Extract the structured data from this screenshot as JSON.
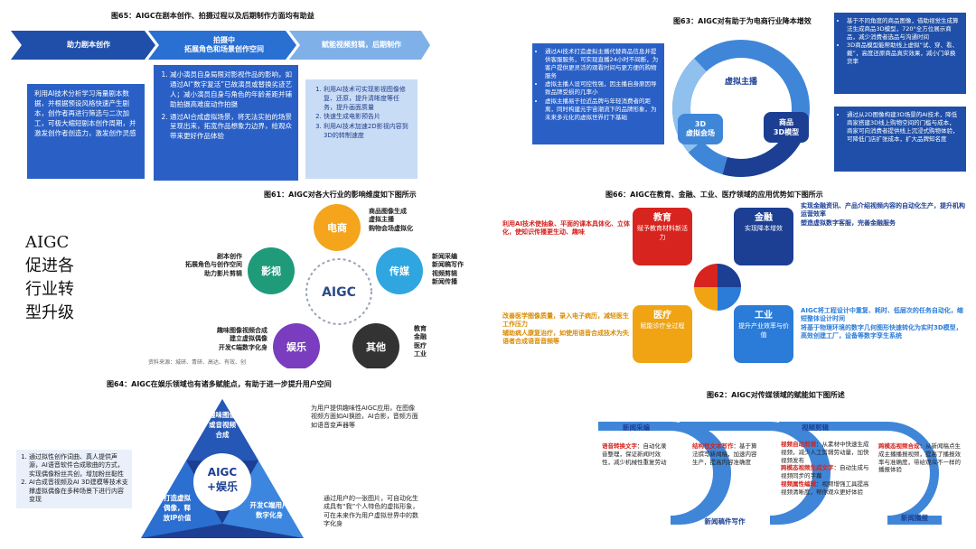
{
  "side_label": [
    "AIGC",
    "促进各",
    "行业转",
    "型升级"
  ],
  "fig65": {
    "title": "图65：AIGC在剧本创作、拍摄过程以及后期制作方面均有助益",
    "chevrons": [
      "助力剧本创作",
      "拍摄中\n拓展角色和场景创作空间",
      "赋能视频剪辑，后期制作"
    ],
    "col1": "利用AI技术分析学习海量剧本数据，并根据预设风格快速产生剧本，创作者再进行筛选与二次加工，可极大缩短剧本创作周期，并激发创作者创造力，激发创作灵感",
    "col2": [
      "减小演员自身局限对影视作品的影响，如通过AI“数字复活”已故演员或替换劣迹艺人；减小演员自身与角色的年龄差距并辅助拍摄高难度动作拍摄",
      "通过AI合成虚拟场景，将无法实拍的场景呈现出来，拓宽作品想象力边界，给观众带来更好作品体验"
    ],
    "col3": [
      "利用AI技术可实现影视图像修复、还原，提升清晰度等任务，提升画面质量",
      "快速生成电影预告片",
      "利用AI技术加速2D影视内容到3D的转制速度"
    ]
  },
  "fig63": {
    "title": "图63：AIGC对有助于为电商行业降本增效",
    "left": [
      "通过AI技术打造虚拟主播代替商品信息并提供客服服务，可实现直播24小时不间断，为客户提供更灵活的观看时间与更方便的购物服务",
      "虚拟主播人设可控性强，因主播自身原因导致品牌受损的几率小",
      "虚拟主播易于拉近品牌与年轻消费者的距离，同时构建元宇宙潮流下的品牌形象，为未来多元化的虚拟世界打下基础"
    ],
    "rings": [
      "虚拟主播",
      "3D\n虚拟会场",
      "商品\n3D模型"
    ],
    "right_top": [
      "基于不同角度的商品图像，借助视觉生成算法生成商品3D模型，720°全方位展示商品，减少消费者选品与沟通时间",
      "3D商品模型能帮助线上虚拟“试、穿、看、戴”，高度还原商品真实效果，减小门单换货率"
    ],
    "right_bottom": "通过从2D图像构建3D场景的AI技术，降低商家搭建3D线上购物空间的门槛与成本，商家可向消费者提供线上沉浸式购物体验，可降低门店扩张成本，扩大品牌知名度"
  },
  "fig61": {
    "title": "图61：AIGC对各大行业的影响维度如下图所示",
    "center": "AIGC",
    "nodes": [
      "电商",
      "传媒",
      "其他",
      "娱乐",
      "影视"
    ],
    "electric_items": [
      "商品图像生成",
      "虚拟主播",
      "购物会场虚拟化"
    ],
    "media_items": [
      "新闻采编",
      "新闻稿写作",
      "视频剪辑",
      "新闻传播"
    ],
    "other_items": [
      "教育",
      "金融",
      "医疗",
      "工业"
    ],
    "film_items": [
      "剧本创作",
      "拓展角色与创作空间",
      "助力影片剪辑"
    ],
    "ent_items": [
      "趣味图像视频合成",
      "建立虚拟偶像",
      "开发C端数字化身"
    ],
    "bottom_text": "资料来源：城研、青研、高达、有效、创"
  },
  "fig66": {
    "title": "图66：AIGC在教育、金融、工业、医疗领域的应用优势如下图所示",
    "quads": [
      {
        "name": "教育",
        "sub": "赋予教育材料新活力"
      },
      {
        "name": "金融",
        "sub": "实现降本增效"
      },
      {
        "name": "医疗",
        "sub": "赋能诊疗全过程"
      },
      {
        "name": "工业",
        "sub": "提升产业效率与价值"
      }
    ],
    "edu_items": [
      "利用AI技术使抽象、平面的课本具体化、立体化，使知识传播更生动、趣味"
    ],
    "fin_items": [
      "实现金融资讯、产品介绍视频内容的自动化生产，提升机构运营效率",
      "塑造虚拟数字客服，完善金融服务"
    ],
    "med_items": [
      "改善医学图像质量，录入电子病历，减轻医生工作压力",
      "辅助病人康复治疗，如使用语音合成技术为失语者合成语音音频等"
    ],
    "ind_items": [
      "AIGC将工程设计中重复、耗时、低层次的任务自动化，缩短整体设计时间",
      "将基于物理环境的数字几何图形快速转化为实时3D模型，高效创建工厂，设备等数字孪生系统"
    ]
  },
  "fig64": {
    "title": "图64：AIGC在娱乐领域也有诸多赋能点，有助于进一步提升用户空间",
    "center": [
      "AIGC",
      "+娱乐"
    ],
    "segments": [
      "趣味图像\n或音视频\n合成",
      "打造虚拟\n偶像，释\n放IP价值",
      "开发C端用户\n数字化身"
    ],
    "right_top": "为用户提供趣味性AIGC应用，在图像视频方面如AI换脸，AI合影，音频方面如语音变声器等",
    "left": [
      "通过拟性创作词曲、真人提供声源，AI语音软件合成歌曲的方式，实现偶像粉丝共创，增加粉丝黏性",
      "AI合成音视频及AI 3D建模等技术支撑虚拟偶像在多种场景下进行内容变现"
    ],
    "right_bottom": "通过用户的一张图片，可自动化生成具有“我”个人特色的虚拟形象，可在未来作为用户虚拟世界中的数字化身"
  },
  "fig62": {
    "title": "图62：AIGC对传媒领域的赋能如下图所述",
    "labels": [
      "新闻采编",
      "新闻稿件写作",
      "视频剪辑",
      "新闻播报"
    ],
    "col1": [
      {
        "head": "语音转换文字",
        "body": "：自动化录音整理，保证新闻时效性，减少机械性重复劳动"
      }
    ],
    "col2": [
      {
        "head": "结构性文本写作",
        "body": "：基于算法撰写新闻稿，加速内容生产，提高内容准确度"
      }
    ],
    "col3": [
      {
        "head": "视频自动剪辑",
        "body": "：从素材中快速生成视频，减少人工剪辑劳动量，加快视频发布"
      },
      {
        "head": "跨模态视频生成文字",
        "body": "：自动生成与视频同步的字幕"
      },
      {
        "head": "视频属性编辑",
        "body": "：视频增强工具提高视频清晰度，帮你观众更好体验"
      }
    ],
    "col4": [
      {
        "head": "跨模态视频合成",
        "body": "：从新闻稿点生成主播播报视频，提高了播报效率与准确度，带给观众不一样的播报体验"
      }
    ]
  }
}
